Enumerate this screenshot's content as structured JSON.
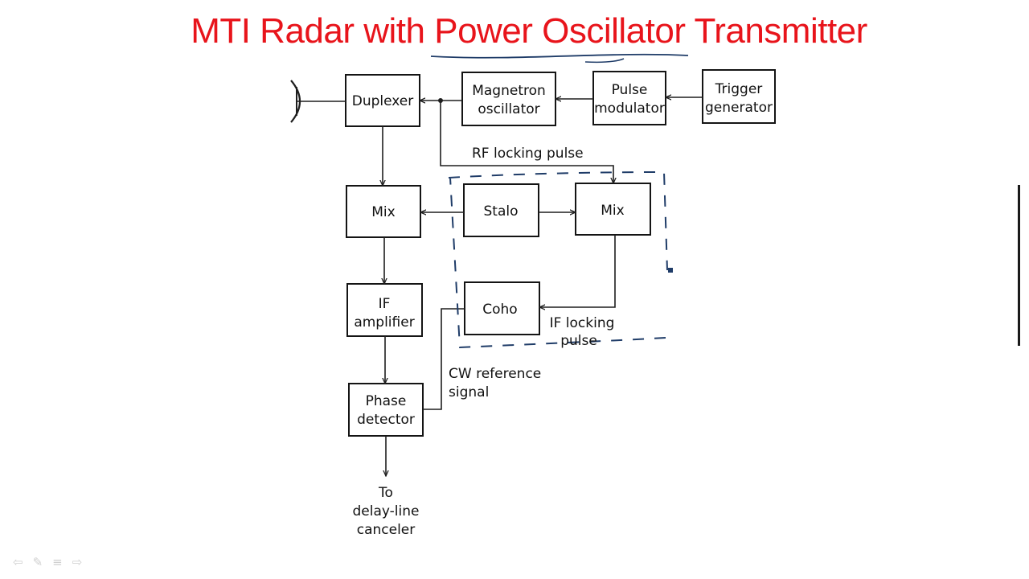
{
  "title": "MTI Radar with Power  Oscillator Transmitter",
  "blocks": {
    "duplexer": [
      "Duplexer"
    ],
    "magnetron": [
      "Magnetron",
      "oscillator"
    ],
    "pulse_modulator": [
      "Pulse",
      "modulator"
    ],
    "trigger_generator": [
      "Trigger",
      "generator"
    ],
    "mix_rx": [
      "Mix"
    ],
    "stalo": [
      "Stalo"
    ],
    "mix_lock": [
      "Mix"
    ],
    "if_amplifier": [
      "IF",
      "amplifier"
    ],
    "coho": [
      "Coho"
    ],
    "phase_detector": [
      "Phase",
      "detector"
    ]
  },
  "labels": {
    "rf_locking_pulse": [
      "RF locking pulse"
    ],
    "if_locking_pulse": [
      "IF locking",
      "pulse"
    ],
    "cw_reference_signal": [
      "CW reference",
      "signal"
    ],
    "output": [
      "To",
      "delay-line",
      "canceler"
    ]
  },
  "nav_icons": [
    "back-arrow-icon",
    "pen-icon",
    "menu-icon",
    "forward-arrow-icon"
  ],
  "colors": {
    "title": "#e8141b",
    "dashed_box": "#1f3c68",
    "underline": "#1f3c68"
  }
}
